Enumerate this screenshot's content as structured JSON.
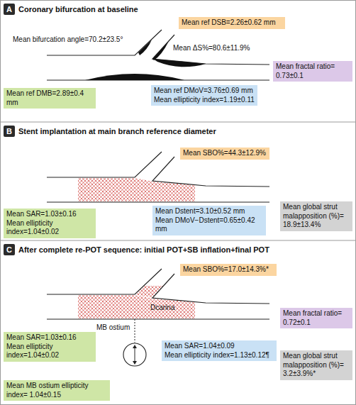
{
  "diagram": {
    "nodes": [
      {
        "text": [
          "Mean ref DSB=2.26±0.62 mm"
        ]
      },
      {
        "text": [
          "Mean fractal ratio= 0.73±0.1"
        ]
      },
      {
        "text": [
          "Mean ref DMoV=3.76±0.69 mm",
          "Mean ellipticity index=1.19±0.11"
        ]
      },
      {
        "text": [
          "Mean ref DMB=2.89±0.4 mm"
        ]
      },
      {
        "text": [
          "Mean SBO%=44.3±12.9%"
        ]
      },
      {
        "text": [
          "Mean SAR=1.03±0.16",
          "Mean ellipticity index=1.04±0.02"
        ]
      },
      {
        "text": [
          "Mean Dstent=3.10±0.52 mm",
          "Mean DMoV−Dstent=0.65±0.42 mm"
        ]
      },
      {
        "text": [
          "Mean global strut malapposition (%)= 18.9±13.4%"
        ]
      },
      {
        "text": [
          "Mean SBO%=17.0±14.3%*"
        ]
      },
      {
        "text": [
          "Mean fractal ratio= 0.72±0.1"
        ]
      },
      {
        "text": [
          "Mean SAR=1.03±0.16",
          "Mean ellipticity index=1.04±0.02"
        ]
      },
      {
        "text": [
          "Mean SAR=1.04±0.09",
          "Mean ellipticity index=1.13±0.12¶"
        ]
      },
      {
        "text": [
          "Mean global strut malapposition (%)= 3.2±3.9%*"
        ]
      },
      {
        "text": [
          "Mean MB ostium ellipticity index= 1.04±0.15"
        ]
      }
    ],
    "labels": [
      "A",
      "Coronary bifurcation at baseline",
      "Mean bifurcation angle=70.2±23.5°",
      "Mean ΔS%=80.6±11.9%",
      "B",
      "Stent implantation at main branch reference diameter",
      "C",
      "After complete re-POT sequence: initial POT+SB inflation+final POT",
      "Dcarina",
      "MB ostium"
    ]
  }
}
